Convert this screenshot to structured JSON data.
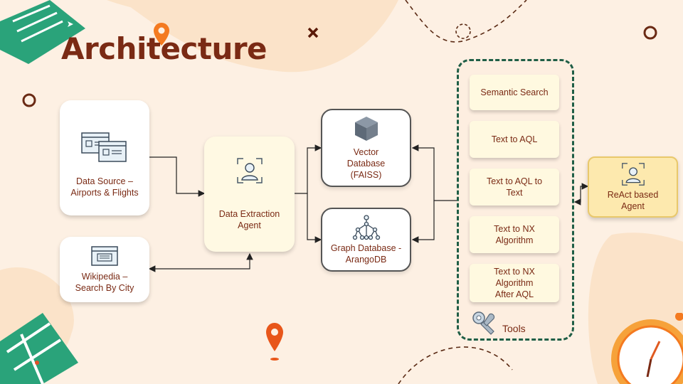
{
  "title": "Architecture",
  "sources": {
    "data_source": "Data Source – Airports & Flights",
    "wikipedia": "Wikipedia – Search By City"
  },
  "agent": "Data Extraction Agent",
  "databases": {
    "vector": "Vector Database (FAISS)",
    "graph": "Graph Database - ArangoDB"
  },
  "tools": {
    "items": [
      "Semantic Search",
      "Text to AQL",
      "Text to AQL to Text",
      "Text to NX Algorithm",
      "Text to NX Algorithm After AQL"
    ],
    "label": "Tools"
  },
  "react_agent": "ReAct based Agent",
  "colors": {
    "background": "#fdf0e3",
    "title": "#7a2a14",
    "tool_border": "#1f5e46",
    "accent_orange": "#f47a20",
    "gold": "#fde9ae"
  }
}
